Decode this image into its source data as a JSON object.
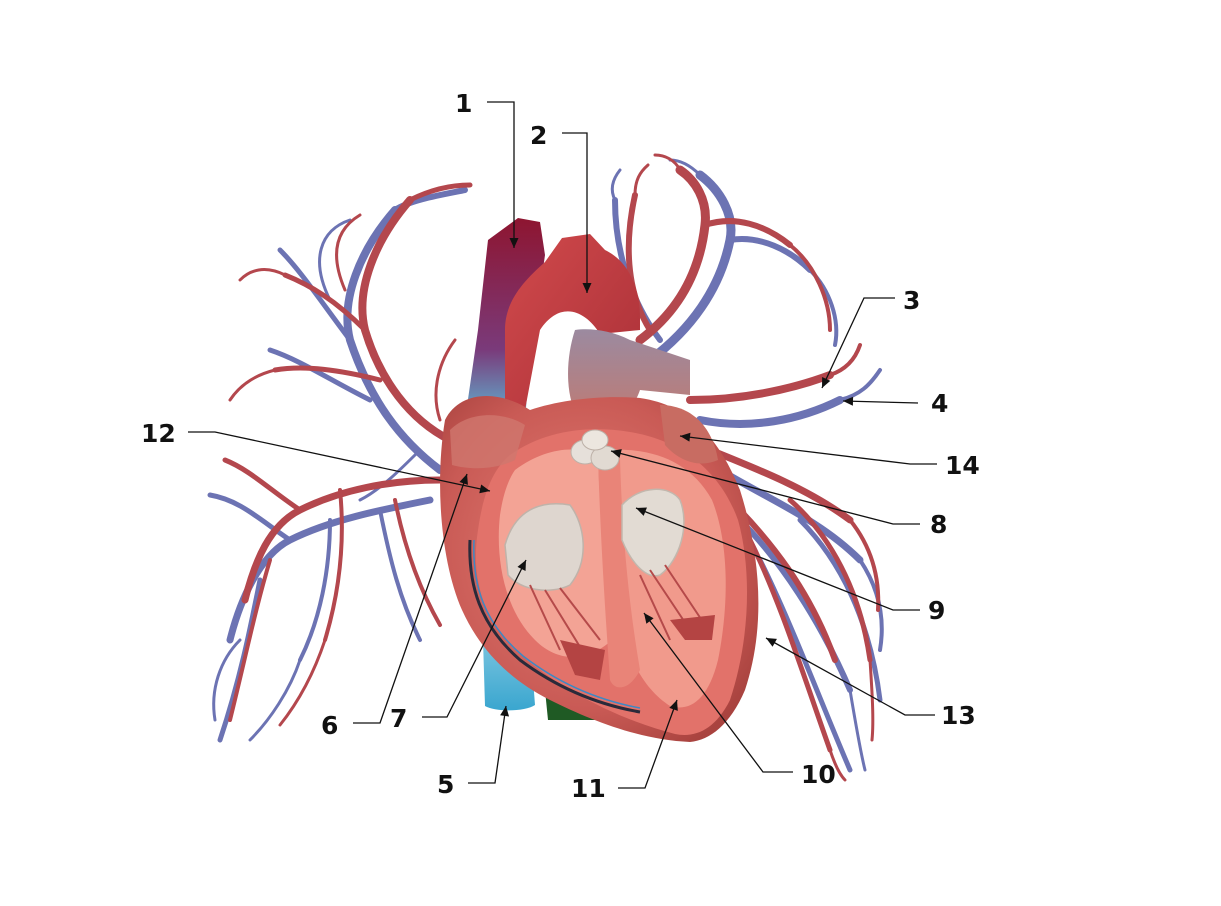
{
  "labels": [
    "1",
    "2",
    "3",
    "4",
    "5",
    "6",
    "7",
    "8",
    "9",
    "10",
    "11",
    "12",
    "13",
    "14"
  ],
  "colors": {
    "background": "#ffffff",
    "artery": "#b4474d",
    "vein": "#6c73b3",
    "myocardium": "#d3655f",
    "chamber_interior": "#f29a8c",
    "aorta": "#c23d40",
    "superior_vena_cava": "#8e2f55",
    "inferior_vena_cava": "#4ab3d6",
    "pulmonary_trunk": "#a87e8c",
    "valve": "#ddd4cc",
    "leader_line": "#111111"
  }
}
